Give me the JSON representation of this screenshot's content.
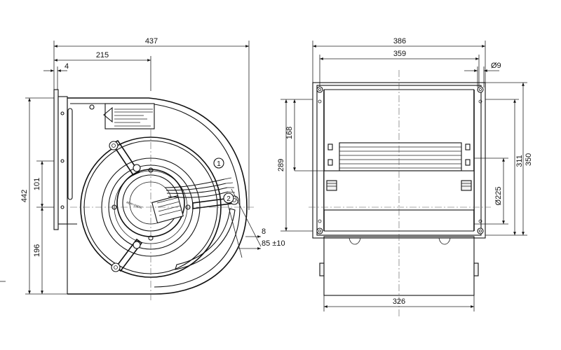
{
  "drawing": {
    "front_view": {
      "dim_overall_width": "437",
      "dim_to_axis": "215",
      "dim_flange": "4",
      "dim_overall_height": "442",
      "dim_upper_to_axis": "101",
      "dim_lower": "196",
      "dim_cable_a": "8",
      "dim_cable_b": "85 ±10",
      "callout_1": "1",
      "callout_2": "2",
      "motor_brand": "ebm-papst"
    },
    "side_view": {
      "dim_overall_width": "386",
      "dim_mount_width": "359",
      "dim_hole": "Ø9",
      "dim_left_168": "168",
      "dim_left_289": "289",
      "dim_right_311": "311",
      "dim_right_350": "350",
      "dim_diameter": "Ø225",
      "dim_bottom_326": "326"
    }
  }
}
